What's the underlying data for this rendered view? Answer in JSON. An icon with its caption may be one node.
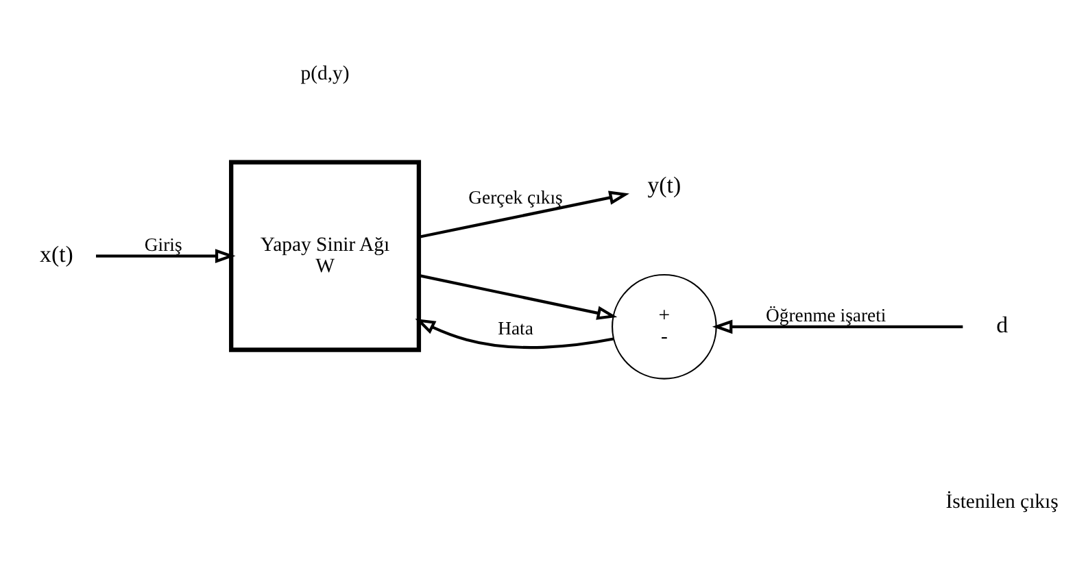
{
  "diagram": {
    "nodes": [
      {
        "text": [
          "x(t)"
        ]
      },
      {
        "text": [
          "Yapay Sinir Ağı",
          "W"
        ]
      },
      {
        "text": [
          "y(t)"
        ]
      },
      {
        "text": [
          "+",
          "-"
        ]
      },
      {
        "text": [
          "d"
        ]
      }
    ],
    "edges": [
      {
        "from": 0,
        "to": 1,
        "arrow": "to",
        "label": "Giriş"
      },
      {
        "from": 1,
        "to": 2,
        "arrow": "to",
        "label": "Gerçek çıkış"
      },
      {
        "from": 1,
        "to": 3,
        "arrow": "to"
      },
      {
        "from": 3,
        "to": 1,
        "arrow": "to",
        "label": "Hata"
      },
      {
        "from": 4,
        "to": 3,
        "arrow": "to",
        "label": "Öğrenme işareti"
      }
    ],
    "labels": [
      "p(d,y)",
      "İstenilen çıkış"
    ]
  }
}
